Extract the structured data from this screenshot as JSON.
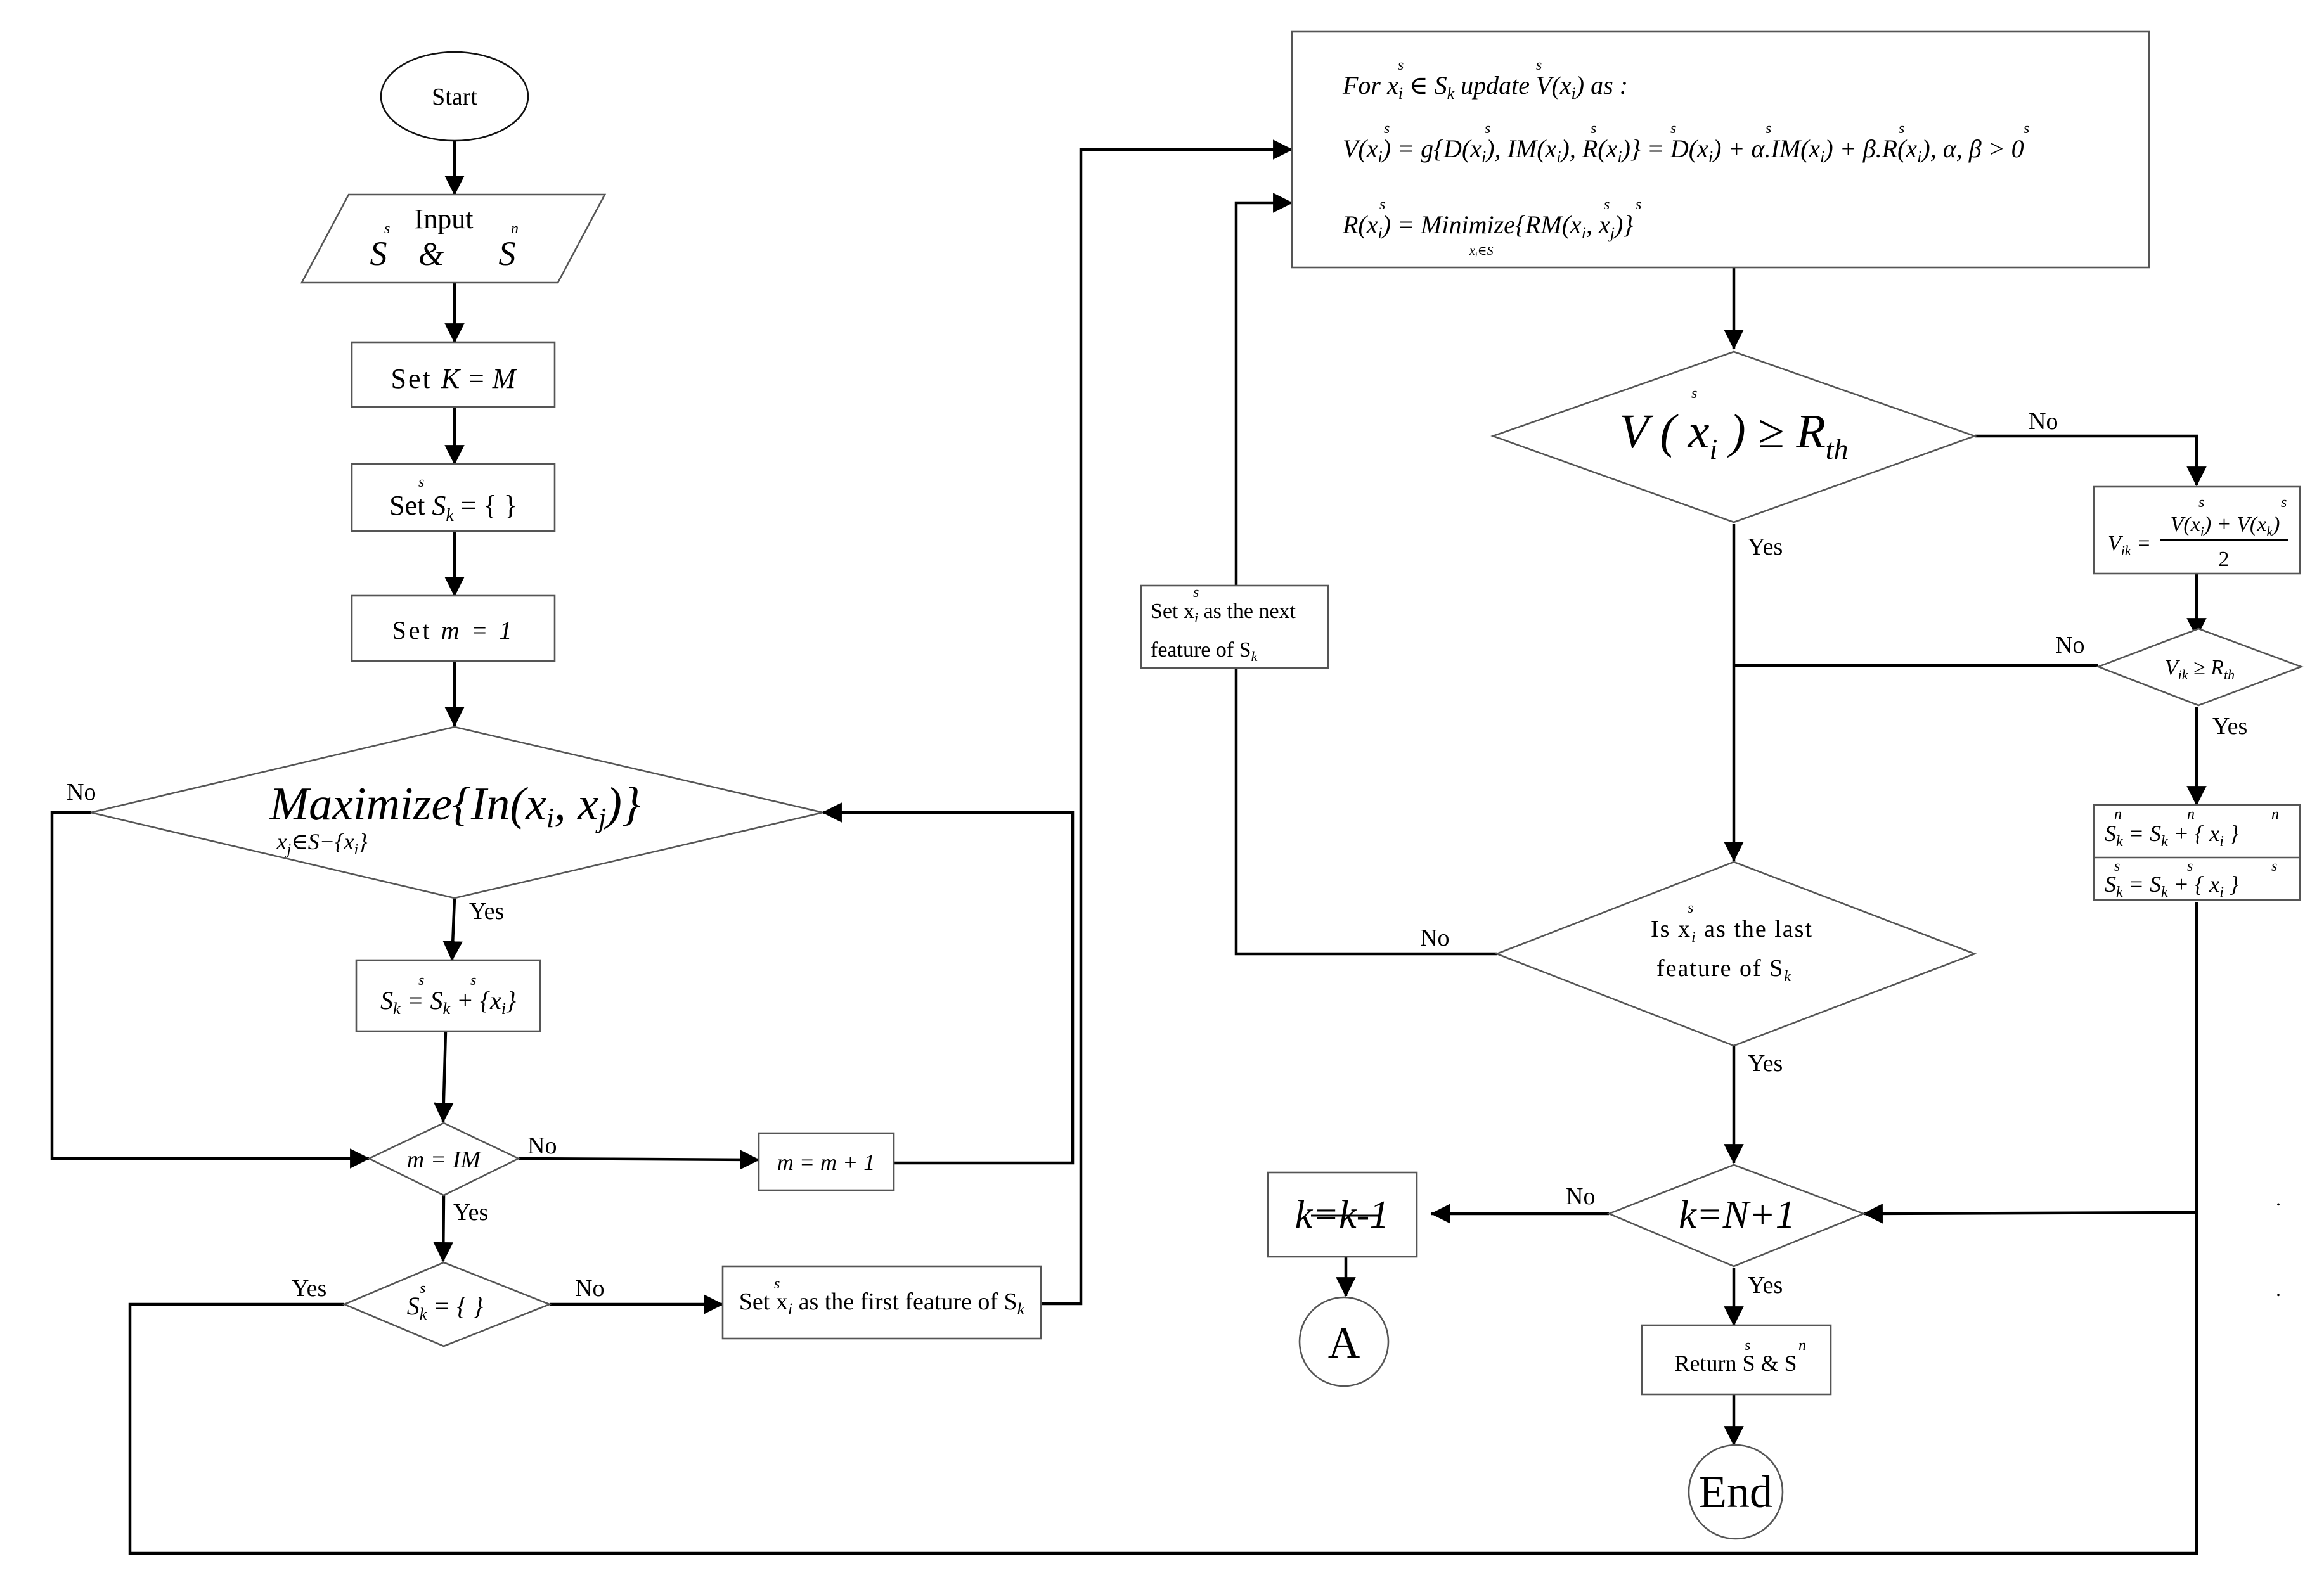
{
  "labels": {
    "yes": "Yes",
    "no": "No"
  },
  "nodes": {
    "start": "Start",
    "input": {
      "title": "Input",
      "set_s": "S",
      "amp": "&",
      "set_n": "S",
      "sup_s": "s",
      "sup_n": "n"
    },
    "set_k": {
      "prefix": "Set ",
      "expr": "K = M"
    },
    "set_sk": {
      "prefix": "Set ",
      "expr": "S",
      "sub": "k",
      "rest": " = {  }",
      "sup": "s"
    },
    "set_m": {
      "prefix": "Set ",
      "expr": "m = 1"
    },
    "maximize": {
      "word": "Maximize",
      "body": "{In(x",
      "sub_i": "i",
      "comma": ", x",
      "sub_j": "j",
      "close": ")}",
      "under": "x",
      "under_sub": "j",
      "under_rest": "∈S−{x",
      "under_sub_i": "i",
      "under_close": "}"
    },
    "sk_update": {
      "text": "S",
      "sub": "k",
      "rest": " = S",
      "sub2": "k",
      "plus": " + {x",
      "sub3": "i",
      "close": "}"
    },
    "m_eq_im": "m = IM",
    "m_plus": "m = m + 1",
    "sk_empty": {
      "text": "S",
      "sub": "k",
      "rest": " = {  }"
    },
    "set_first": {
      "a": "Set x",
      "sub": "i",
      "b": " as the first feature of S",
      "sub2": "k"
    },
    "update_box": {
      "line1": "For x",
      "line1_b": " ∈ S",
      "line1_c": " update V(x",
      "line1_d": ") as :",
      "line2": "V(x",
      "line2_b": ") = g{D(x",
      "line2_c": "), IM(x",
      "line2_d": "), R(x",
      "line2_e": ")} = D(x",
      "line2_f": ") + α.IM(x",
      "line2_g": ") + β.R(x",
      "line2_h": "),  α,  β > 0",
      "line3": "R(x",
      "line3_b": ") = Minimize",
      "line3_c": "{RM(x",
      "line3_d": ", x",
      "line3_e": ")}",
      "line3_under": "x",
      "line3_under_b": "∈S"
    },
    "v_cond": {
      "a": "V ( x",
      "sub": "i",
      "b": " )   ≥   R",
      "sub2": "th"
    },
    "vik_formula": {
      "lhs": "V",
      "lhs_sub": "ik",
      "eq": " = ",
      "num": "V(x",
      "num_b": ") + V(x",
      "num_c": ")",
      "den": "2"
    },
    "vik_cond": {
      "a": "V",
      "sub": "ik",
      "b": " ≥ R",
      "sub2": "th"
    },
    "set_next": {
      "line1": "Set x",
      "line1_b": " as the next",
      "line2": "feature of S",
      "line2_sub": "k"
    },
    "sets_update": {
      "row1": "S",
      "row1_sub": "k",
      "row1_b": "  =   S",
      "row1_c": "k",
      "row1_d": "  +  { x",
      "row1_e": "i",
      "row1_f": " }",
      "row2": "S",
      "row2_sub": "k",
      "row2_b": "  =   S",
      "row2_c": "k",
      "row2_d": "  +  { x",
      "row2_e": "i",
      "row2_f": " }"
    },
    "last_feature": {
      "line1": "Is x",
      "line1_b": " as the last",
      "line2": "feature of S",
      "line2_sub": "k"
    },
    "k_cond": "k=N+1",
    "k_dec": "k=k-1",
    "connector_a": "A",
    "return_box": {
      "a": "Return S",
      "b": " & S"
    },
    "end": "End",
    "stray_dot": "."
  }
}
